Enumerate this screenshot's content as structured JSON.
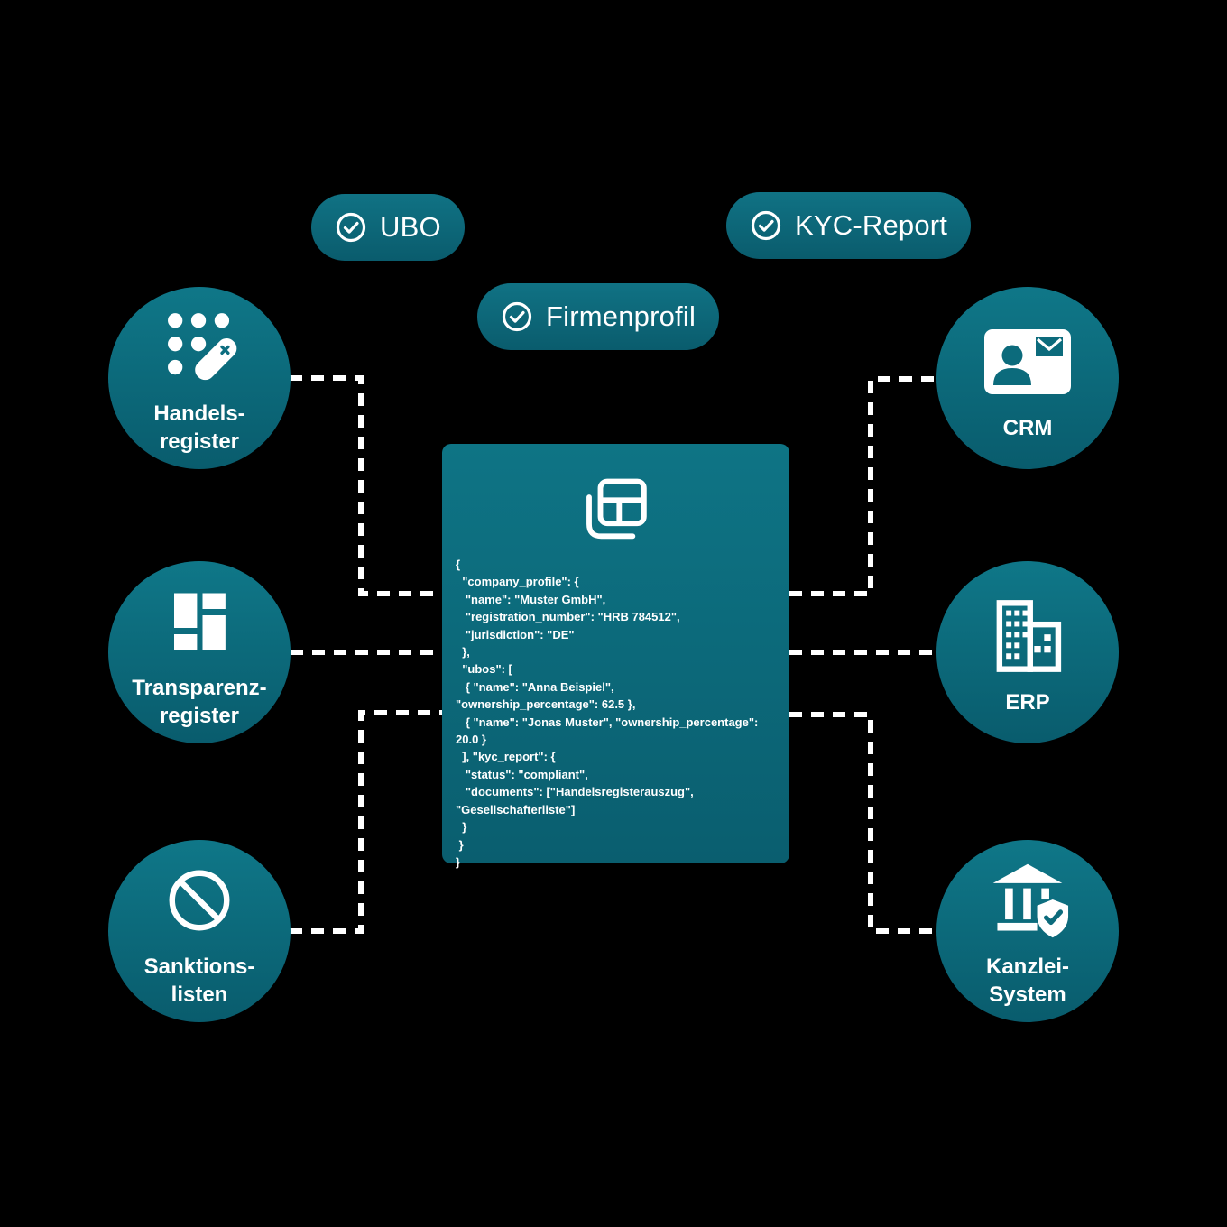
{
  "colors": {
    "background": "#000000",
    "teal_gradient_top": "#0f7788",
    "teal_gradient_bottom": "#095c6d",
    "box_gradient_top": "#0e7485",
    "box_gradient_bottom": "#0a5e6f",
    "text": "#ffffff",
    "connector": "#ffffff"
  },
  "badges": {
    "ubo": {
      "label": "UBO",
      "icon": "check-circle-icon"
    },
    "kyc": {
      "label": "KYC-Report",
      "icon": "check-circle-icon"
    },
    "firmenprofil": {
      "label": "Firmenprofil",
      "icon": "check-circle-icon"
    }
  },
  "left_nodes": [
    {
      "id": "handelsregister",
      "label": "Handels-\nregister",
      "icon": "dialpad-edit-icon"
    },
    {
      "id": "transparenzregister",
      "label": "Transparenz-\nregister",
      "icon": "masonry-grid-icon"
    },
    {
      "id": "sanktionslisten",
      "label": "Sanktions-\nlisten",
      "icon": "prohibition-icon"
    }
  ],
  "right_nodes": [
    {
      "id": "crm",
      "label": "CRM",
      "icon": "contact-card-icon"
    },
    {
      "id": "erp",
      "label": "ERP",
      "icon": "buildings-icon"
    },
    {
      "id": "kanzlei",
      "label": "Kanzlei-\nSystem",
      "icon": "bank-shield-icon"
    }
  ],
  "center": {
    "icon": "table-layers-icon",
    "code": "{\n  \"company_profile\": {\n   \"name\": \"Muster GmbH\",\n   \"registration_number\": \"HRB 784512\",\n   \"jurisdiction\": \"DE\"\n  },\n  \"ubos\": [\n   { \"name\": \"Anna Beispiel\",\n\"ownership_percentage\": 62.5 },\n   { \"name\": \"Jonas Muster\", \"ownership_percentage\":\n20.0 }\n  ], \"kyc_report\": {\n   \"status\": \"compliant\",\n   \"documents\": [\"Handelsregisterauszug\",\n\"Gesellschafterliste\"]\n  }\n }\n}"
  }
}
